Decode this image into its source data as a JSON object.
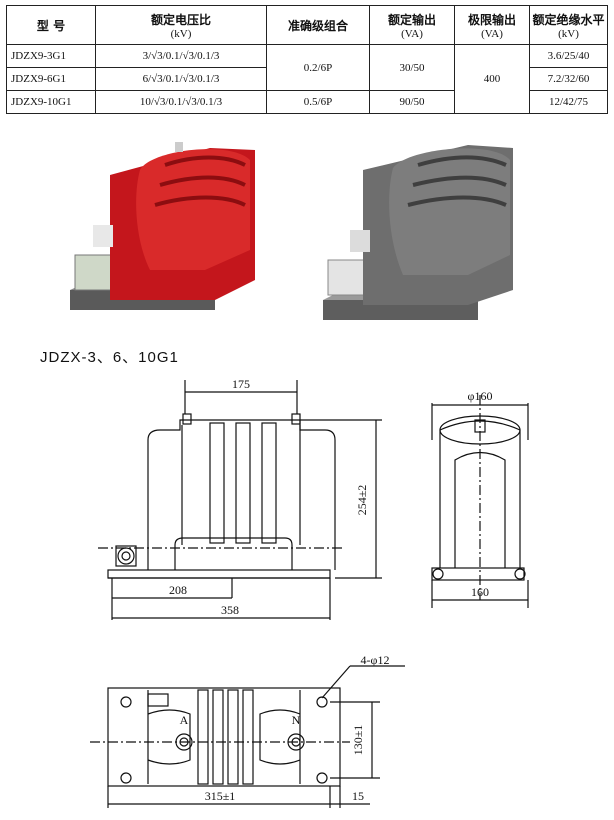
{
  "table": {
    "headers": [
      {
        "main": "型 号",
        "unit": ""
      },
      {
        "main": "额定电压比",
        "unit": "(kV)"
      },
      {
        "main": "准确级组合",
        "unit": ""
      },
      {
        "main": "额定输出",
        "unit": "(VA)"
      },
      {
        "main": "极限输出",
        "unit": "(VA)"
      },
      {
        "main": "额定绝缘水平",
        "unit": "(kV)"
      }
    ],
    "rows": [
      {
        "model": "JDZX9-3G1",
        "ratio": "3/√3/0.1/√3/0.1/3",
        "insulation": "3.6/25/40"
      },
      {
        "model": "JDZX9-6G1",
        "ratio": "6/√3/0.1/√3/0.1/3",
        "insulation": "7.2/32/60"
      },
      {
        "model": "JDZX9-10G1",
        "ratio": "10/√3/0.1/√3/0.1/3",
        "insulation": "12/42/75"
      }
    ],
    "accuracy": [
      "0.2/6P",
      "0.5/6P"
    ],
    "output": [
      "30/50",
      "90/50"
    ],
    "limit_output": "400"
  },
  "photos": {
    "left_color": "#c4161c",
    "right_color": "#6e6e6e"
  },
  "subtitle": "JDZX-3、6、10G1",
  "dims": {
    "d175": "175",
    "d254": "254±2",
    "d208": "208",
    "d358": "358",
    "d160phi": "φ160",
    "d160": "160",
    "holes": "4-φ12",
    "d130": "130±1",
    "d315": "315±1",
    "d15": "15",
    "term_a": "A",
    "term_n": "N"
  }
}
